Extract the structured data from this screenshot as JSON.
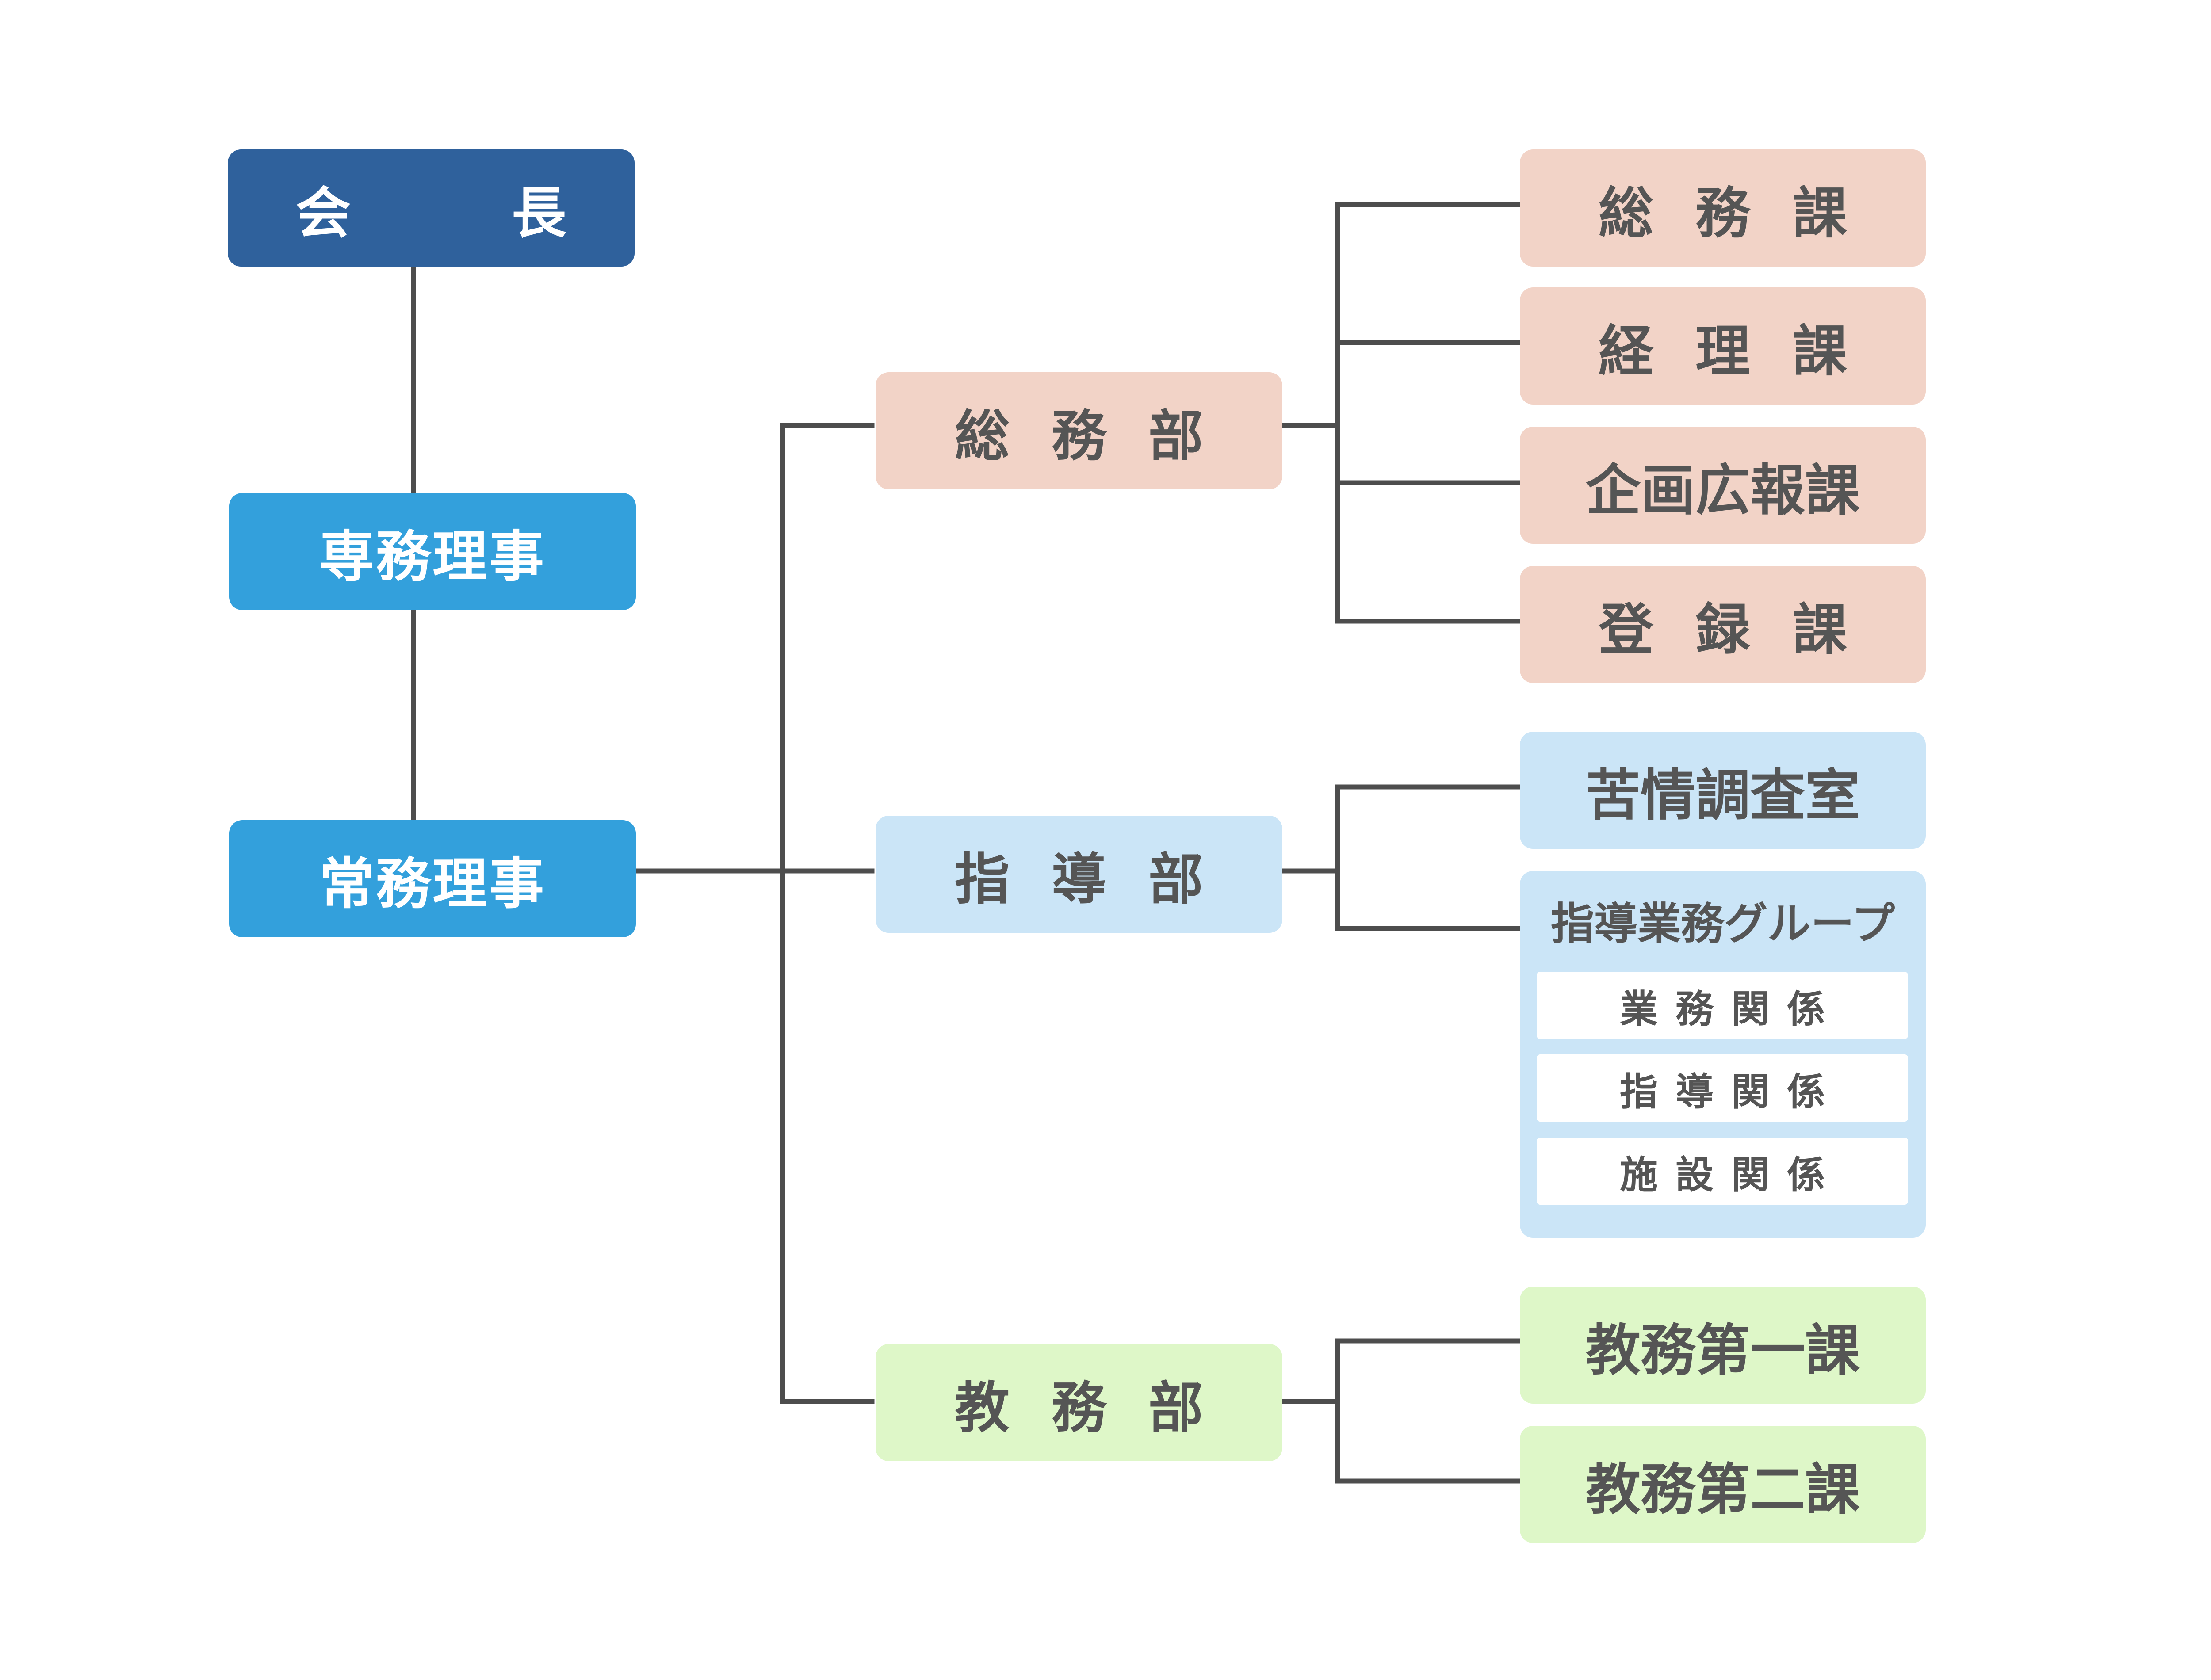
{
  "org": {
    "chair": "会　長",
    "executive_director": "専務理事",
    "managing_director": "常務理事",
    "departments": {
      "general_affairs": {
        "label": "総務部",
        "sections": [
          "総務課",
          "経理課",
          "企画広報課",
          "登録課"
        ]
      },
      "guidance": {
        "label": "指導部",
        "sections": [
          "苦情調査室"
        ],
        "group": {
          "label": "指導業務グループ",
          "units": [
            "業務関係",
            "指導関係",
            "施設関係"
          ]
        }
      },
      "academic_affairs": {
        "label": "教務部",
        "sections": [
          "教務第一課",
          "教務第二課"
        ]
      }
    }
  },
  "colors": {
    "chair": "#2f619c",
    "director": "#33a0dc",
    "general_affairs": "#f2d3c7",
    "guidance": "#cbe5f7",
    "academic_affairs": "#def7c8",
    "connector": "#4d4d4d",
    "text": "#555555"
  }
}
